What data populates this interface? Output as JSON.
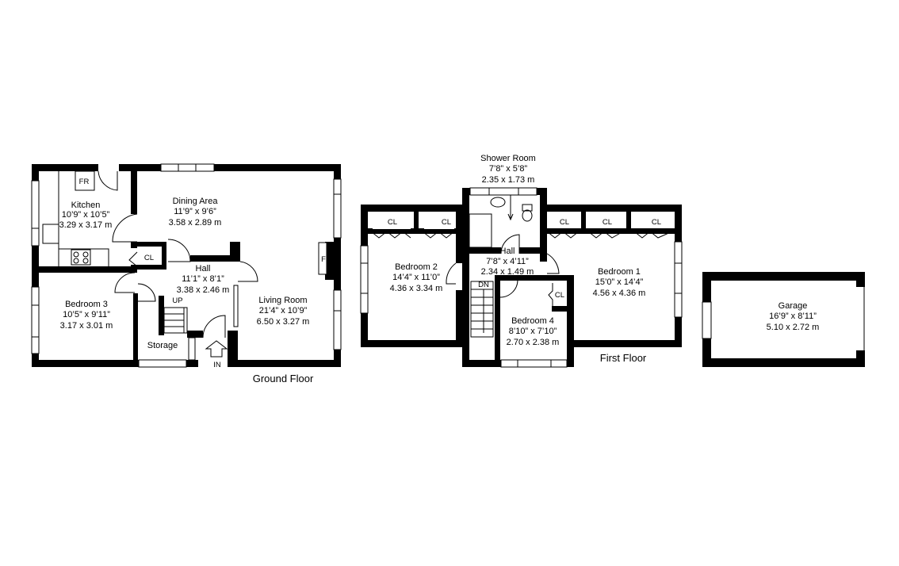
{
  "floors": {
    "ground": "Ground Floor",
    "first": "First Floor"
  },
  "ground_rooms": {
    "kitchen": {
      "name": "Kitchen",
      "imperial": "10’9” x 10’5”",
      "metric": "3.29 x 3.17 m"
    },
    "dining": {
      "name": "Dining Area",
      "imperial": "11’9” x 9’6”",
      "metric": "3.58 x 2.89 m"
    },
    "hall": {
      "name": "Hall",
      "imperial": "11’1” x 8’1”",
      "metric": "3.38 x 2.46 m"
    },
    "living": {
      "name": "Living Room",
      "imperial": "21’4” x 10’9”",
      "metric": "6.50 x 3.27 m"
    },
    "bedroom3": {
      "name": "Bedroom 3",
      "imperial": "10’5” x 9’11”",
      "metric": "3.17 x 3.01 m"
    },
    "storage": {
      "name": "Storage"
    }
  },
  "ground_marks": {
    "fridge": "FR",
    "closet": "CL",
    "up": "UP",
    "entrance": "IN",
    "fireplace": "F"
  },
  "first_rooms": {
    "shower": {
      "name": "Shower Room",
      "imperial": "7’8” x 5’8”",
      "metric": "2.35 x 1.73 m"
    },
    "bedroom2": {
      "name": "Bedroom 2",
      "imperial": "14’4” x 11’0”",
      "metric": "4.36 x 3.34 m"
    },
    "hall": {
      "name": "Hall",
      "imperial": "7’8” x 4’11”",
      "metric": "2.34 x 1.49 m"
    },
    "bedroom1": {
      "name": "Bedroom 1",
      "imperial": "15’0” x 14’4”",
      "metric": "4.56 x 4.36 m"
    },
    "bedroom4": {
      "name": "Bedroom 4",
      "imperial": "8’10” x 7’10”",
      "metric": "2.70 x 2.38 m"
    }
  },
  "first_marks": {
    "closet": "CL",
    "down": "DN"
  },
  "garage": {
    "name": "Garage",
    "imperial": "16’9” x 8’11”",
    "metric": "5.10 x 2.72 m"
  }
}
